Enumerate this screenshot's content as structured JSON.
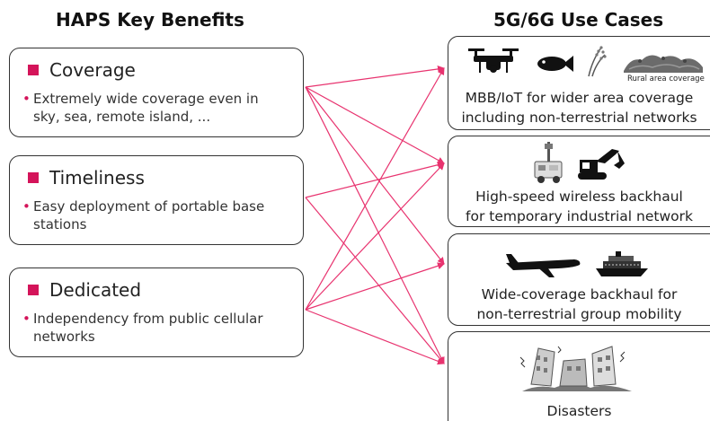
{
  "headings": {
    "left": "HAPS Key Benefits",
    "right": "5G/6G Use Cases"
  },
  "benefits": [
    {
      "title": "Coverage",
      "bullet": "Extremely wide coverage even in sky, sea, remote island, ..."
    },
    {
      "title": "Timeliness",
      "bullet": "Easy deployment of portable base stations"
    },
    {
      "title": "Dedicated",
      "bullet": "Independency from public cellular networks"
    }
  ],
  "use_cases": [
    {
      "line1": "MBB/IoT for wider area coverage",
      "line2": "including non-terrestrial networks",
      "icon_caption": "Rural area coverage",
      "icons": [
        "drone-icon",
        "fish-icon",
        "rice-plant-icon",
        "rural-field-icon"
      ]
    },
    {
      "line1": "High-speed wireless backhaul",
      "line2": "for temporary industrial network",
      "icons": [
        "mobile-base-station-truck-icon",
        "excavator-icon"
      ]
    },
    {
      "line1": "Wide-coverage backhaul for",
      "line2": "non-terrestrial group mobility",
      "icons": [
        "airplane-icon",
        "cruise-ship-icon"
      ]
    },
    {
      "line1": "Disasters",
      "line2": "",
      "icons": [
        "collapsed-buildings-icon"
      ]
    }
  ],
  "colors": {
    "accent": "#d4145a",
    "arrow": "#e8336f",
    "border": "#333333"
  }
}
